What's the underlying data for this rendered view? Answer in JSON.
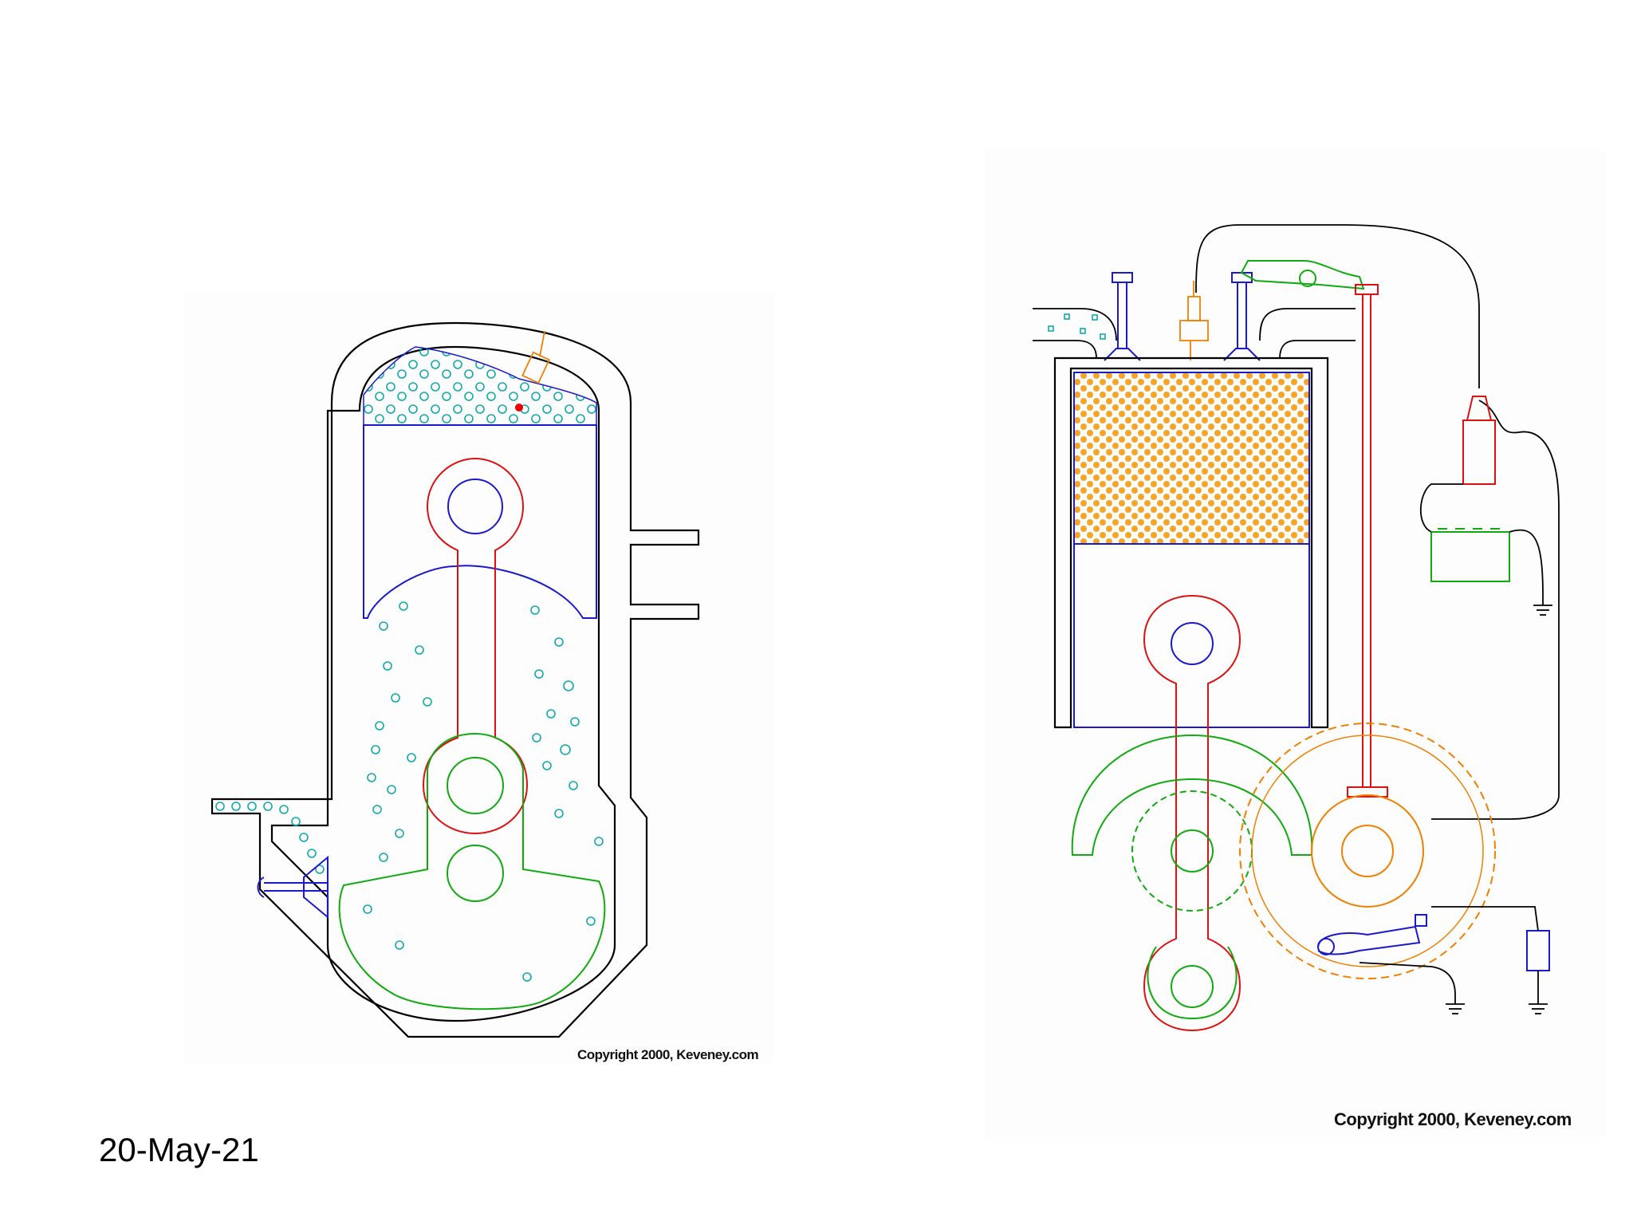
{
  "slide": {
    "date": "20-May-21"
  },
  "left_diagram": {
    "copyright": "Copyright 2000, Keveney.com"
  },
  "right_diagram": {
    "copyright": "Copyright 2000, Keveney.com"
  },
  "colors": {
    "outline": "#000000",
    "piston": "#1a1acc",
    "connecting_rod": "#dd1111",
    "crank": "#11aa11",
    "mixture": "#11aaaa",
    "spark_plug": "#f08000",
    "combustion_fill": "#f5a623"
  }
}
